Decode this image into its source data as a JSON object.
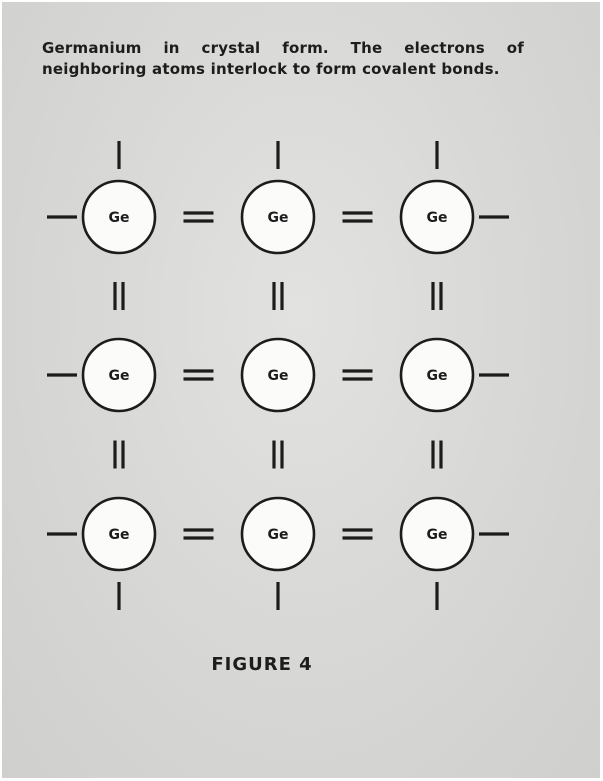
{
  "caption": "Germanium in crystal form. The electrons of neighboring atoms interlock to form covalent bonds.",
  "figure_label": "FIGURE 4",
  "atom_symbol": "Ge",
  "lattice": {
    "rows": 3,
    "cols": 3
  },
  "colors": {
    "paper": "#d9d9d7",
    "ink": "#1c1c1c",
    "atom_fill": "#fbfbfa"
  }
}
